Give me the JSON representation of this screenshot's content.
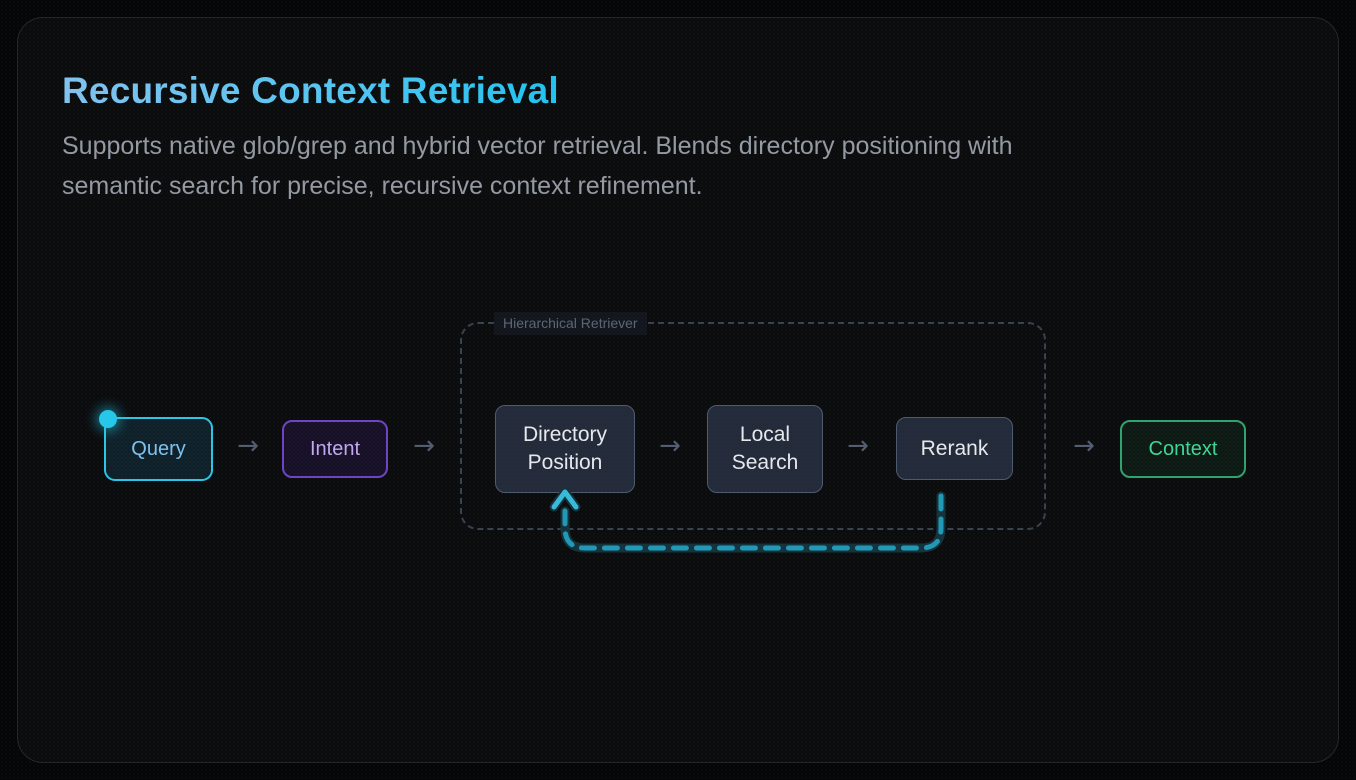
{
  "header": {
    "title": "Recursive Context Retrieval",
    "description_lines": [
      "Supports native glob/grep and hybrid vector retrieval. Blends directory positioning with",
      "semantic search for precise, recursive context refinement."
    ]
  },
  "diagram": {
    "group_label": "Hierarchical Retriever",
    "arrow_glyph": "→",
    "nodes": [
      {
        "id": "query",
        "label": "Query",
        "accent": "#2bc7e8",
        "has_active_dot": true
      },
      {
        "id": "intent",
        "label": "Intent",
        "accent": "#6f42c6"
      },
      {
        "id": "directory-position",
        "label": "Directory Position",
        "accent": "#4e5a6e"
      },
      {
        "id": "local-search",
        "label": "Local Search",
        "accent": "#4e5a6e"
      },
      {
        "id": "rerank",
        "label": "Rerank",
        "accent": "#4e5a6e"
      },
      {
        "id": "context",
        "label": "Context",
        "accent": "#2fa36f"
      }
    ],
    "feedback_loop": {
      "from": "rerank",
      "to": "directory-position",
      "color": "#2099b6"
    }
  },
  "colors": {
    "background": "#050505",
    "card_background": "#0b0b0c",
    "title_gradient_start": "#83c3f0",
    "title_gradient_end": "#1fc4f1",
    "subtitle_text": "#959aa3",
    "group_border": "#39414f",
    "slate_node_background": "#232a39",
    "active_dot": "#25c9ec"
  }
}
